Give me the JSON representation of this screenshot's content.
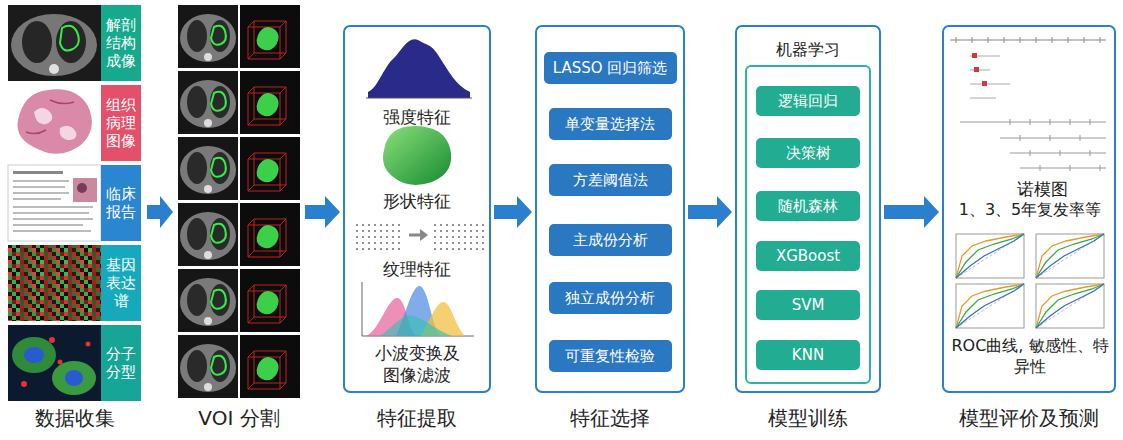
{
  "diagram": {
    "nodes": [
      {
        "text": [
          "数据收集"
        ]
      },
      {
        "text": [
          "解剖结构成像"
        ],
        "in": 0
      },
      {
        "text": [
          "组织病理图像"
        ],
        "in": 0
      },
      {
        "text": [
          "临床报告"
        ],
        "in": 0
      },
      {
        "text": [
          "基因表达谱"
        ],
        "in": 0
      },
      {
        "text": [
          "分子分型"
        ],
        "in": 0
      },
      {
        "text": [
          "VOI 分割"
        ]
      },
      {
        "text": [
          "特征提取"
        ]
      },
      {
        "text": [
          "特征选择"
        ]
      },
      {
        "text": [
          "LASSO 回归筛选"
        ],
        "in": 8
      },
      {
        "text": [
          "单变量选择法"
        ],
        "in": 8
      },
      {
        "text": [
          "方差阈值法"
        ],
        "in": 8
      },
      {
        "text": [
          "主成份分析"
        ],
        "in": 8
      },
      {
        "text": [
          "独立成份分析"
        ],
        "in": 8
      },
      {
        "text": [
          "可重复性检验"
        ],
        "in": 8
      },
      {
        "text": [
          "模型训练"
        ]
      },
      {
        "text": [
          "机器学习"
        ],
        "in": 15
      },
      {
        "text": [
          "逻辑回归"
        ],
        "in": 16
      },
      {
        "text": [
          "决策树"
        ],
        "in": 16
      },
      {
        "text": [
          "随机森林"
        ],
        "in": 16
      },
      {
        "text": [
          "XGBoost"
        ],
        "in": 16
      },
      {
        "text": [
          "SVM"
        ],
        "in": 16
      },
      {
        "text": [
          "KNN"
        ],
        "in": 16
      },
      {
        "text": [
          "模型评价及预测"
        ]
      }
    ],
    "edges": [
      {
        "from": 0,
        "to": 6,
        "arrow": "to"
      },
      {
        "from": 6,
        "to": 7,
        "arrow": "to"
      },
      {
        "from": 7,
        "to": 8,
        "arrow": "to"
      },
      {
        "from": 8,
        "to": 15,
        "arrow": "to"
      },
      {
        "from": 15,
        "to": 23,
        "arrow": "to"
      }
    ],
    "labels": [
      "强度特征",
      "形状特征",
      "纹理特征",
      "小波变换及图像滤波",
      "诺模图",
      "1、3、5年复发率等",
      "ROC曲线, 敏感性、特异性"
    ]
  }
}
